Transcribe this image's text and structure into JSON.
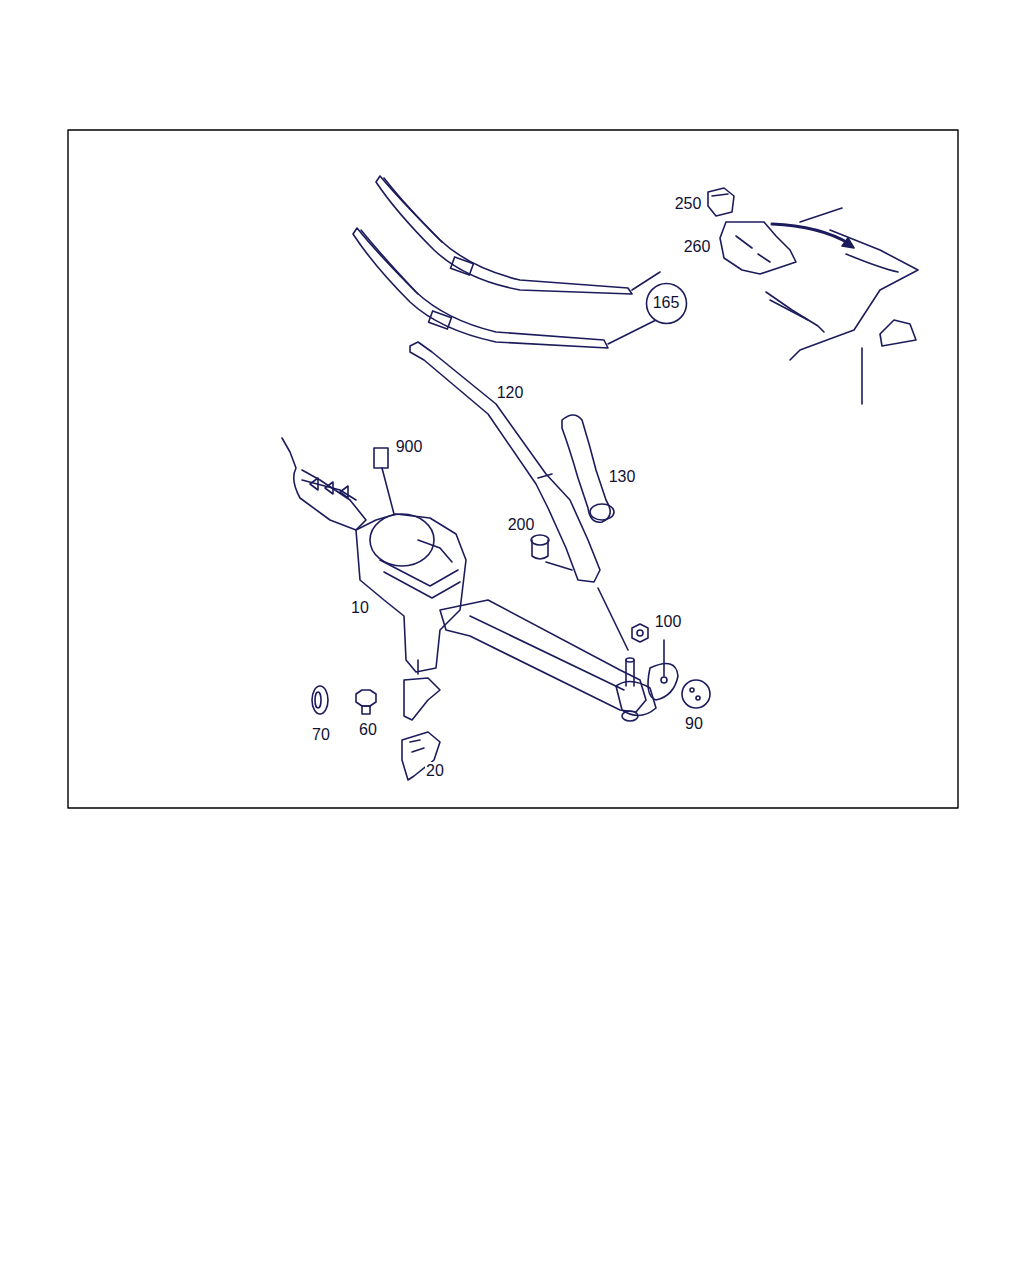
{
  "diagram": {
    "nodes": [
      {
        "text": [
          "165"
        ]
      }
    ],
    "labels": [
      "250",
      "260",
      "120",
      "900",
      "130",
      "200",
      "10",
      "100",
      "70",
      "60",
      "90",
      "20"
    ]
  }
}
